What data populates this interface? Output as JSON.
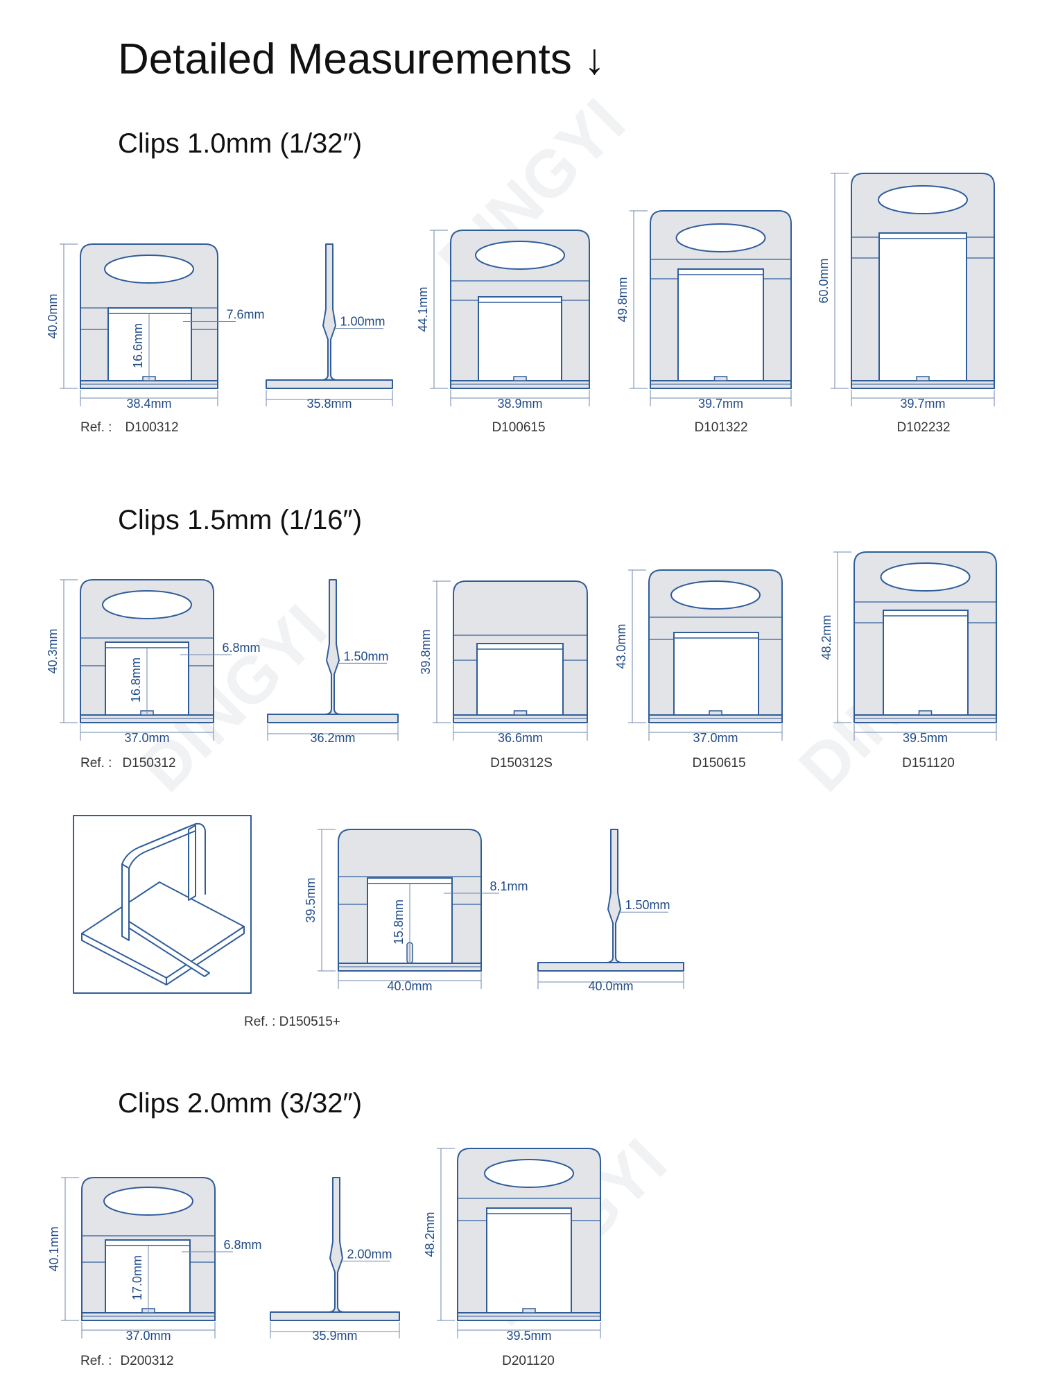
{
  "colors": {
    "outline": "#2f5d9a",
    "fill": "#e3e4e8",
    "dim": "#6e87ab",
    "dim_text": "#1f4a86",
    "text": "#111111",
    "ref_text": "#333333"
  },
  "page": {
    "title": "Detailed Measurements ↓",
    "watermark": "DINGYI"
  },
  "sections": [
    {
      "heading": "Clips 1.0mm (1/32″)",
      "ref_prefix": "Ref. :",
      "clips": [
        {
          "ref": "D100312",
          "height": "40.0mm",
          "width": "38.4mm",
          "inner_height": "16.6mm",
          "gap": "7.6mm"
        },
        {
          "ref": "D100615",
          "height": "44.1mm",
          "width": "38.9mm"
        },
        {
          "ref": "D101322",
          "height": "49.8mm",
          "width": "39.7mm"
        },
        {
          "ref": "D102232",
          "height": "60.0mm",
          "width": "39.7mm"
        }
      ],
      "side": {
        "width": "35.8mm",
        "thickness": "1.00mm"
      }
    },
    {
      "heading": "Clips 1.5mm (1/16″)",
      "ref_prefix": "Ref. :",
      "clips": [
        {
          "ref": "D150312",
          "height": "40.3mm",
          "width": "37.0mm",
          "inner_height": "16.8mm",
          "gap": "6.8mm"
        },
        {
          "ref": "D150312S",
          "height": "39.8mm",
          "width": "36.6mm"
        },
        {
          "ref": "D150615",
          "height": "43.0mm",
          "width": "37.0mm"
        },
        {
          "ref": "D151120",
          "height": "48.2mm",
          "width": "39.5mm"
        }
      ],
      "side": {
        "width": "36.2mm",
        "thickness": "1.50mm"
      },
      "special": {
        "ref": "Ref. : D150515+",
        "height": "39.5mm",
        "width": "40.0mm",
        "inner_height": "15.8mm",
        "gap": "8.1mm",
        "side_width": "40.0mm",
        "side_thickness": "1.50mm"
      }
    },
    {
      "heading": "Clips 2.0mm (3/32″)",
      "ref_prefix": "Ref. :",
      "clips": [
        {
          "ref": "D200312",
          "height": "40.1mm",
          "width": "37.0mm",
          "inner_height": "17.0mm",
          "gap": "6.8mm"
        },
        {
          "ref": "D201120",
          "height": "48.2mm",
          "width": "39.5mm"
        }
      ],
      "side": {
        "width": "35.9mm",
        "thickness": "2.00mm"
      }
    }
  ]
}
